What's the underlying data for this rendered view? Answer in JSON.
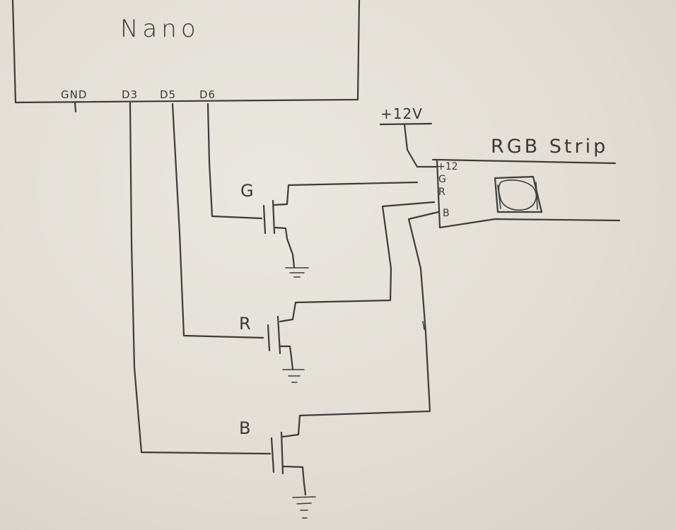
{
  "diagram": {
    "board": {
      "label": "Nano",
      "pins": {
        "gnd": "GND",
        "d3": "D3",
        "d5": "D5",
        "d6": "D6"
      }
    },
    "supply": {
      "label": "+12V"
    },
    "strip": {
      "label": "RGB Strip",
      "pads": {
        "p12": "+12",
        "g": "G",
        "r": "R",
        "b": "B"
      }
    },
    "mosfets": {
      "g": "G",
      "r": "R",
      "b": "B"
    }
  }
}
